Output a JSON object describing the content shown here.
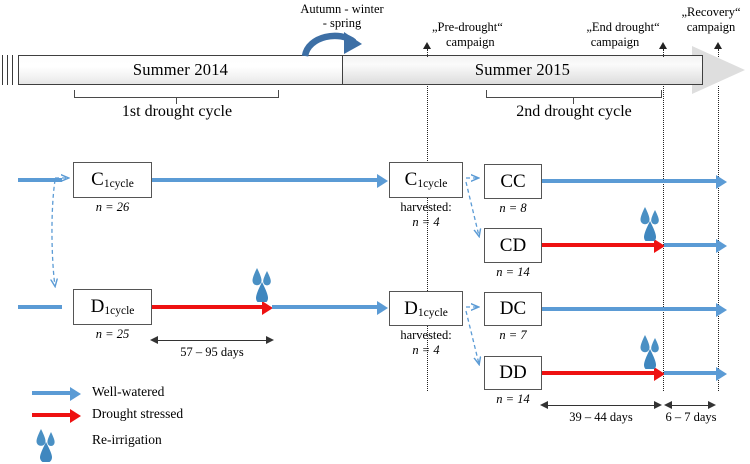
{
  "timeline": {
    "segments": [
      {
        "label": "Summer 2014"
      },
      {
        "label": "Summer 2015"
      }
    ],
    "transition_label_line1": "Autumn - winter",
    "transition_label_line2": "- spring",
    "brackets": [
      {
        "label": "1st drought cycle"
      },
      {
        "label": "2nd drought cycle"
      }
    ],
    "campaigns": [
      {
        "line1": "„Pre-drought“",
        "line2": "campaign"
      },
      {
        "line1": "„End drought“",
        "line2": "campaign"
      },
      {
        "line1": "„Recovery“",
        "line2": "campaign"
      }
    ]
  },
  "boxes": {
    "c1": {
      "main": "C",
      "sub": "1cycle",
      "caption": "n = 26"
    },
    "d1": {
      "main": "D",
      "sub": "1cycle",
      "caption": "n = 25"
    },
    "c1h": {
      "main": "C",
      "sub": "1cycle",
      "caption_line1": "harvested:",
      "caption_line2": "n = 4"
    },
    "d1h": {
      "main": "D",
      "sub": "1cycle",
      "caption_line1": "harvested:",
      "caption_line2": "n = 4"
    },
    "cc": {
      "main": "CC",
      "caption": "n = 8"
    },
    "cd": {
      "main": "CD",
      "caption": "n = 14"
    },
    "dc": {
      "main": "DC",
      "caption": "n = 7"
    },
    "dd": {
      "main": "DD",
      "caption": "n = 14"
    }
  },
  "durations": [
    {
      "label": "57 – 95 days"
    },
    {
      "label": "39 – 44 days"
    },
    {
      "label": "6 – 7 days"
    }
  ],
  "legend": {
    "items": [
      {
        "label": "Well-watered",
        "icon": "blue-arrow-icon"
      },
      {
        "label": "Drought stressed",
        "icon": "red-arrow-icon"
      },
      {
        "label": "Re-irrigation",
        "icon": "water-drop-icon"
      }
    ]
  },
  "colors": {
    "well_watered": "#5b9bd5",
    "drought": "#ee1111",
    "drop": "#4a90c4",
    "curve_arrow": "#3d6fa5"
  }
}
